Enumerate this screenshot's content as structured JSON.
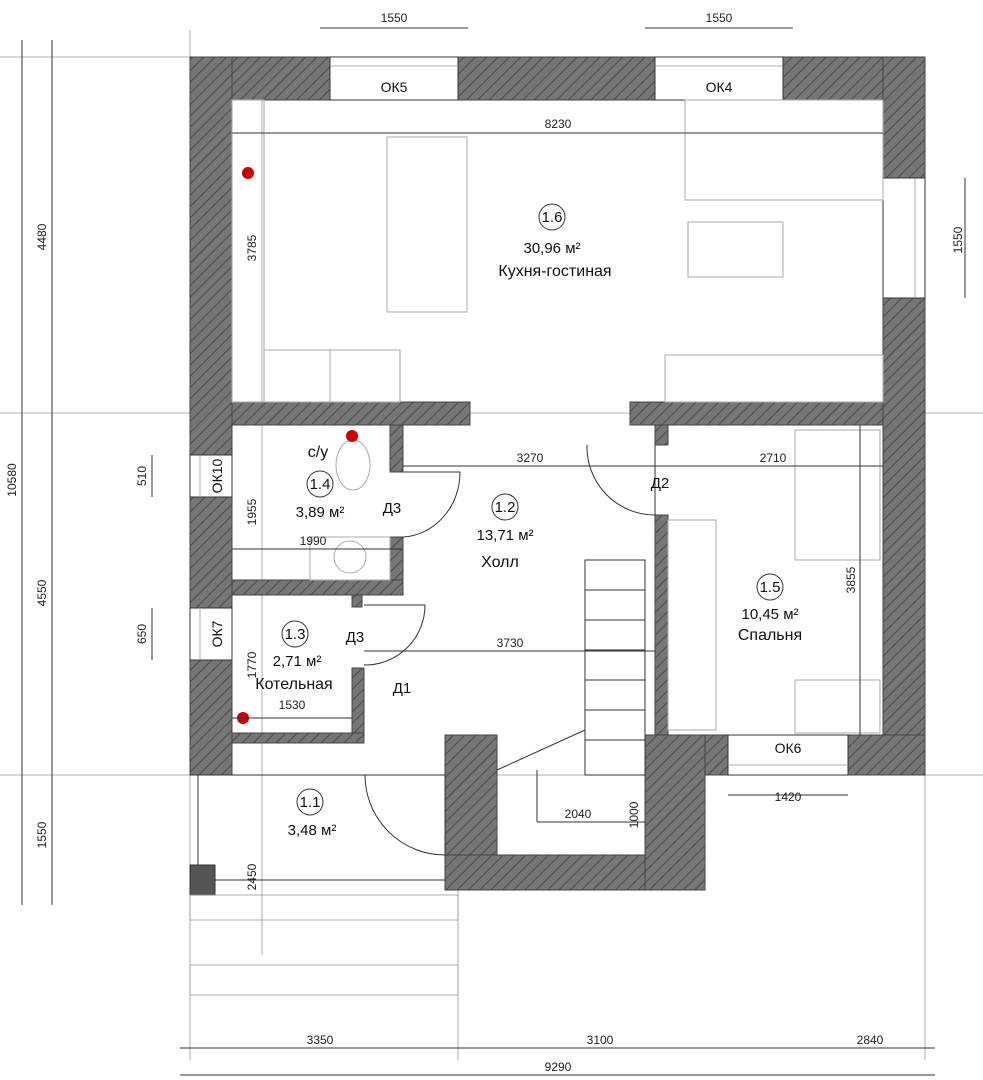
{
  "title": "Floor plan",
  "dimensions": {
    "top_window_left": "1550",
    "top_window_right": "1550",
    "left_total": "10580",
    "left_seg1": "4480",
    "left_seg2": "4550",
    "left_seg3": "1550",
    "left_win1": "510",
    "left_win2": "650",
    "right_window": "1550",
    "bottom_seg1": "3350",
    "bottom_seg2": "3100",
    "bottom_seg3": "2840",
    "bottom_total": "9290",
    "bottom_window": "1420",
    "kitchen_width": "8230",
    "kitchen_depth": "3785",
    "hall_width": "3270",
    "bedroom_width": "2710",
    "wc_height": "1955",
    "wc_width": "1990",
    "bedroom_depth": "3855",
    "boiler_height": "1770",
    "hall_lower_width": "3730",
    "boiler_width": "1530",
    "stair_width": "2040",
    "stair_depth": "1000",
    "porch_height": "2450"
  },
  "rooms": [
    {
      "number": "1.6",
      "area": "30,96 м²",
      "name": "Кухня-гостиная"
    },
    {
      "number": "1.4",
      "area": "3,89 м²",
      "name": "с/у"
    },
    {
      "number": "1.2",
      "area": "13,71 м²",
      "name": "Холл"
    },
    {
      "number": "1.5",
      "area": "10,45 м²",
      "name": "Спальня"
    },
    {
      "number": "1.3",
      "area": "2,71 м²",
      "name": "Котельная"
    },
    {
      "number": "1.1",
      "area": "3,48 м²"
    }
  ],
  "windows": {
    "ok5": "ОК5",
    "ok4": "ОК4",
    "ok10": "ОК10",
    "ok7": "ОК7",
    "ok6": "ОК6"
  },
  "doors": {
    "wc": "Д3",
    "boiler": "Д3",
    "bedroom": "Д2",
    "entrance": "Д1"
  },
  "colors": {
    "wall": "#6e6e6e",
    "riser": "#cc0000"
  }
}
